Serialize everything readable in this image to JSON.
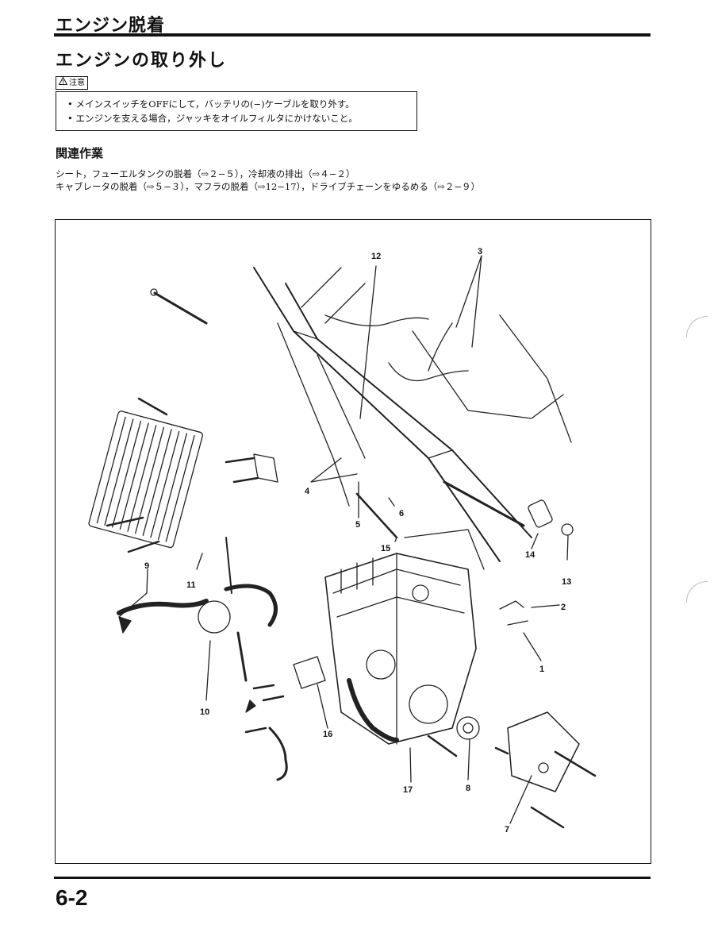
{
  "header": {
    "section_title": "エンジン脱着",
    "page_heading": "エンジンの取り外し"
  },
  "caution": {
    "label": "注意",
    "icon": "warning-triangle-icon",
    "items": [
      "メインスイッチをOFFにして，バッテリの(−)ケーブルを取り外す。",
      "エンジンを支える場合，ジャッキをオイルフィルタにかけないこと。"
    ]
  },
  "related": {
    "heading": "関連作業",
    "lines": [
      "シート，フューエルタンクの脱着（⇨２−５），冷却液の排出（⇨４−２）",
      "キャブレータの脱着（⇨５−３），マフラの脱着（⇨12−17），ドライブチェーンをゆるめる（⇨２−９）"
    ]
  },
  "figure": {
    "callouts": [
      "1",
      "2",
      "3",
      "4",
      "5",
      "6",
      "7",
      "8",
      "9",
      "10",
      "11",
      "12",
      "13",
      "14",
      "15",
      "16",
      "17"
    ]
  },
  "footer": {
    "page_number": "6-2"
  }
}
